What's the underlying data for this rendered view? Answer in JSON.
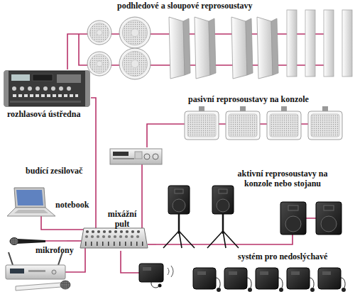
{
  "diagram": {
    "nodes": [
      {
        "text": [
          "podhledové a sloupové reprosoustavy"
        ]
      },
      {
        "text": [
          "rozhlasová ústředna"
        ]
      },
      {
        "text": [
          "pasivní reprosoustavy na konzole"
        ]
      },
      {
        "text": [
          "budící zesilovač"
        ]
      },
      {
        "text": [
          "aktivní reprosoustavy na konzole nebo stojanu"
        ]
      },
      {
        "text": [
          "notebook"
        ]
      },
      {
        "text": [
          "mixážní pult"
        ]
      },
      {
        "text": [
          "mikrofony"
        ]
      },
      {
        "text": [
          "systém pro nedoslýchavé"
        ]
      }
    ],
    "edges": [
      {
        "from": 1,
        "to": 0,
        "arrow": "none"
      },
      {
        "from": 3,
        "to": 2,
        "arrow": "none"
      },
      {
        "from": 6,
        "to": 3,
        "arrow": "none"
      },
      {
        "from": 1,
        "to": 6,
        "arrow": "none"
      },
      {
        "from": 5,
        "to": 6,
        "arrow": "none"
      },
      {
        "from": 7,
        "to": 6,
        "arrow": "none"
      },
      {
        "from": 6,
        "to": 4,
        "arrow": "none"
      },
      {
        "from": 6,
        "to": 8,
        "arrow": "none"
      }
    ]
  }
}
